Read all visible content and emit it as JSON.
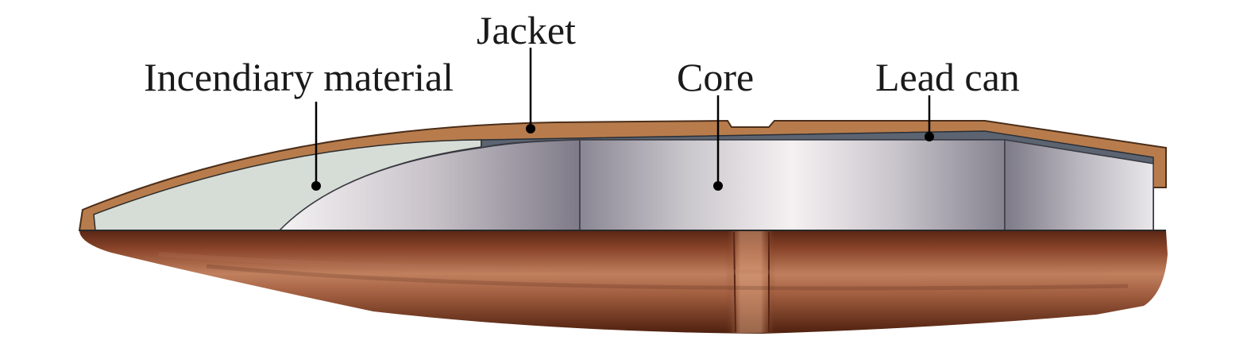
{
  "labels": {
    "jacket": "Jacket",
    "incendiary_material": "Incendiary material",
    "core": "Core",
    "lead_can": "Lead can"
  },
  "colors": {
    "jacket_section": "#b87c4c",
    "jacket_outline": "#5a3a22",
    "incendiary_fill": "#d6dcd6",
    "lead_can": "#5b6470",
    "core_light": "#f2eef0",
    "core_dark": "#7c7a86",
    "copper_dark": "#5a2614",
    "copper_mid": "#a0573a",
    "copper_light": "#c98a68",
    "leader_line": "#000000"
  }
}
